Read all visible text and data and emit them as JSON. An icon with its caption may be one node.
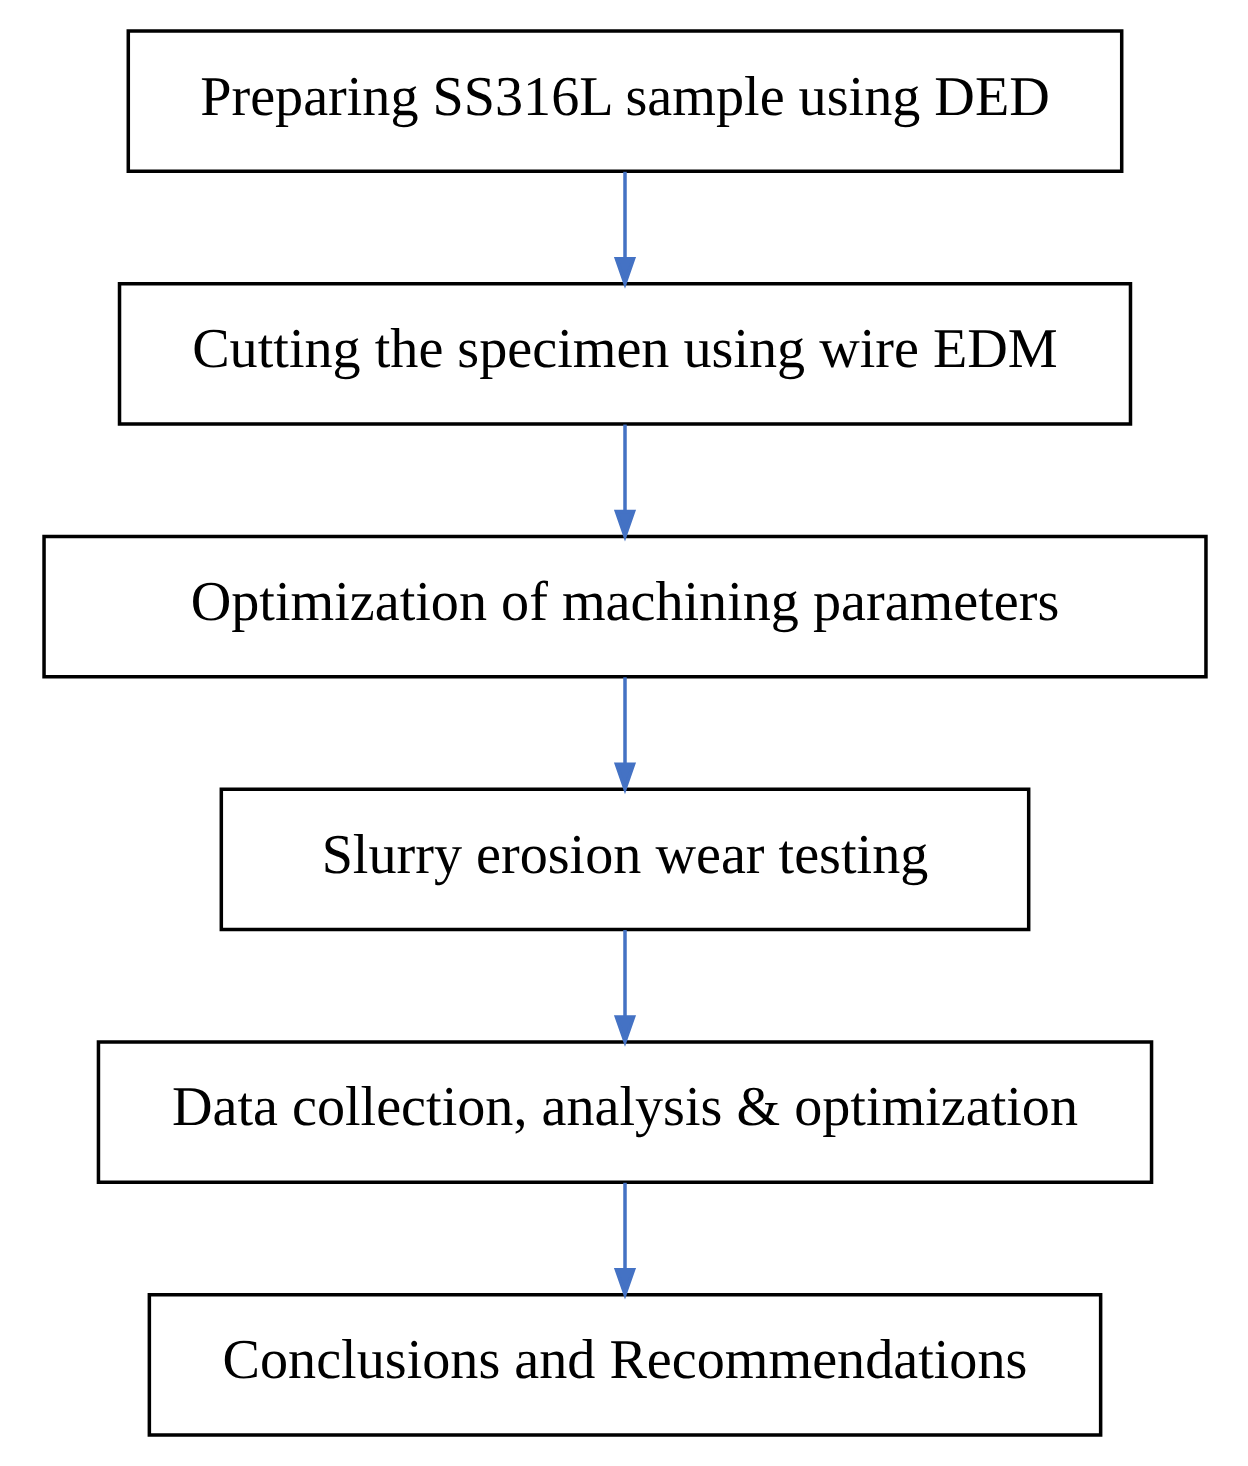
{
  "diagram": {
    "nodes": [
      {
        "text": [
          "Preparing SS316L sample using DED"
        ]
      },
      {
        "text": [
          "Cutting the specimen using wire EDM"
        ]
      },
      {
        "text": [
          "Optimization of machining parameters"
        ]
      },
      {
        "text": [
          "Slurry erosion wear testing"
        ]
      },
      {
        "text": [
          "Data collection, analysis & optimization"
        ]
      },
      {
        "text": [
          "Conclusions and Recommendations"
        ]
      }
    ],
    "edges": [
      {
        "from": 0,
        "to": 1,
        "arrow": "to"
      },
      {
        "from": 1,
        "to": 2,
        "arrow": "to"
      },
      {
        "from": 2,
        "to": 3,
        "arrow": "to"
      },
      {
        "from": 3,
        "to": 4,
        "arrow": "to"
      },
      {
        "from": 4,
        "to": 5,
        "arrow": "to"
      }
    ]
  }
}
